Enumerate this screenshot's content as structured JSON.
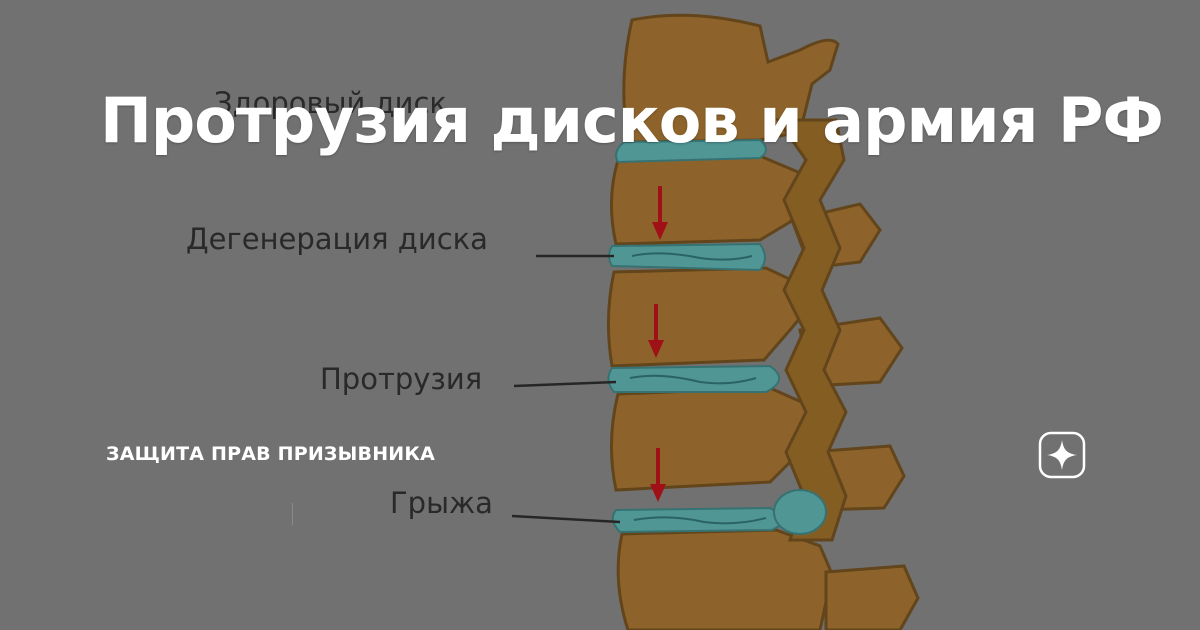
{
  "card": {
    "title": "Протрузия дисков и армия РФ",
    "channel_name": "ЗАЩИТА ПРАВ ПРИЗЫВНИКА",
    "logo_icon": "sparkle-star-icon"
  },
  "illustration": {
    "labels": {
      "healthy": "Здоровый диск",
      "degeneration": "Дегенерация диска",
      "protrusion": "Протрузия",
      "hernia": "Грыжа"
    },
    "colors": {
      "bone": "#9e6f30",
      "bone_outline": "#6f4d1f",
      "disc": "#58a7a6",
      "arrow": "#b3121a",
      "background": "#7e7e7e"
    }
  }
}
